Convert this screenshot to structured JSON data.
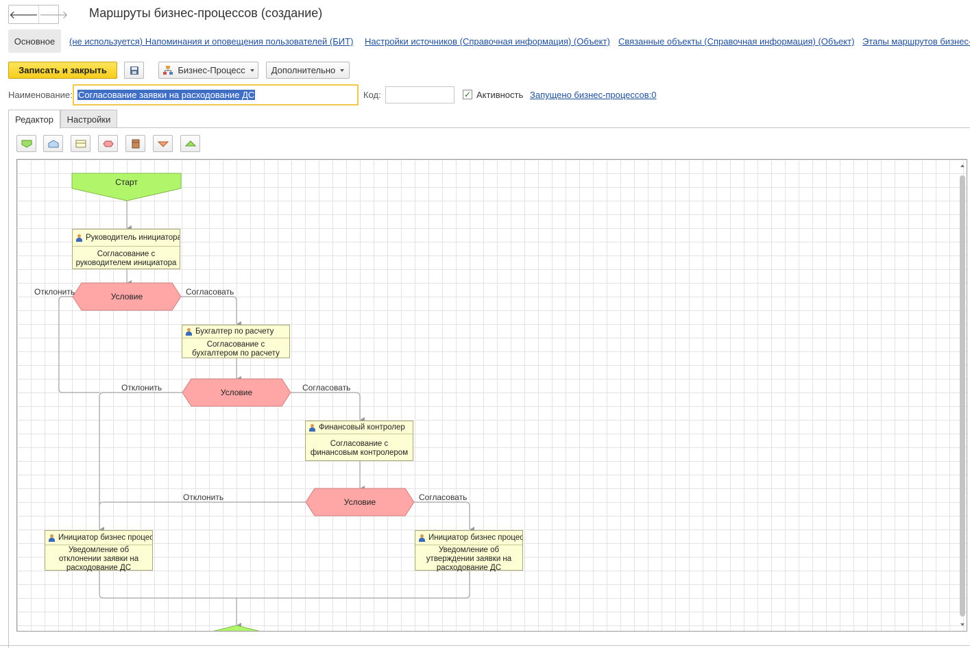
{
  "window": {
    "title": "Маршруты бизнес-процессов (создание)"
  },
  "nav": {
    "back": "🡐",
    "forward": "🡒",
    "main_tab": "Основное",
    "links": [
      "(не используется) Напоминания и оповещения пользователей (БИТ)",
      "Настройки источников (Справочная информация) (Объект)",
      "Связанные объекты (Справочная информация) (Объект)",
      "Этапы маршрутов бизнес-"
    ]
  },
  "toolbar": {
    "save_close": "Записать и закрыть",
    "business_process": "Бизнес-Процесс",
    "more": "Дополнительно"
  },
  "form": {
    "name_label": "Наименование:",
    "name_value": "Согласование заявки на расходование ДС",
    "code_label": "Код:",
    "code_value": "",
    "active_label": "Активность",
    "active_checked": true,
    "running_link": "Запущено бизнес-процессов:0"
  },
  "tabs": [
    "Редактор",
    "Настройки"
  ],
  "palette": [
    "start-shape",
    "end-shape",
    "task-shape",
    "condition-shape",
    "processing-shape",
    "split-shape",
    "merge-shape"
  ],
  "diagram": {
    "start": "Старт",
    "condition": "Условие",
    "reject": "Отклонить",
    "approve": "Согласовать",
    "tasks": [
      {
        "header": "Руководитель инициатора...",
        "body": "Согласование с руководителем инициатора"
      },
      {
        "header": "Бухгалтер по расчету",
        "body": "Согласование с бухгалтером по расчету"
      },
      {
        "header": "Финансовый контролер",
        "body": "Согласование с финансовым контролером"
      },
      {
        "header": "Инициатор бизнес процес...",
        "body": "Уведомление об отклонении заявки на расходование ДС"
      },
      {
        "header": "Инициатор бизнес процес...",
        "body": "Уведомление об утверждении заявки на расходование ДС"
      }
    ]
  },
  "colors": {
    "start_fill": "#b1f56a",
    "condition_fill": "#ffa7a7",
    "task_fill": "#fefed5",
    "primary_button": "#f6cc1d",
    "link": "#1f4f99"
  }
}
